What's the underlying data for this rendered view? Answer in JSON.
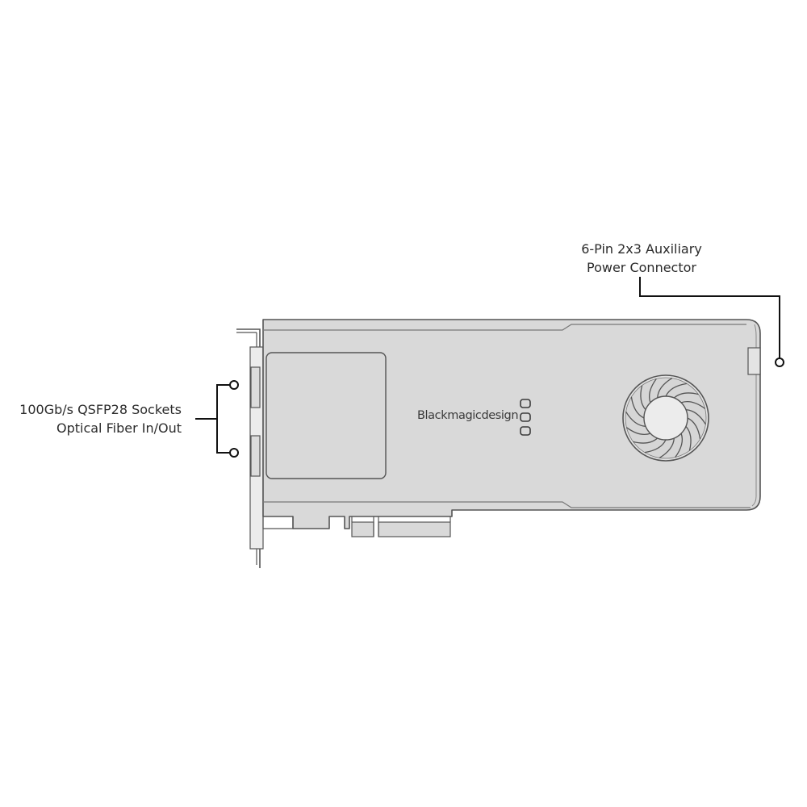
{
  "callouts": {
    "sockets": {
      "line1": "100Gb/s QSFP28 Sockets",
      "line2": "Optical Fiber In/Out"
    },
    "power": {
      "line1": "6-Pin 2x3 Auxiliary",
      "line2": "Power Connector"
    }
  },
  "card": {
    "brand": "Blackmagicdesign"
  },
  "colors": {
    "card_fill": "#d9d9d9",
    "outline": "#555555",
    "leader_line": "#111111",
    "text": "#2b2b2b"
  }
}
